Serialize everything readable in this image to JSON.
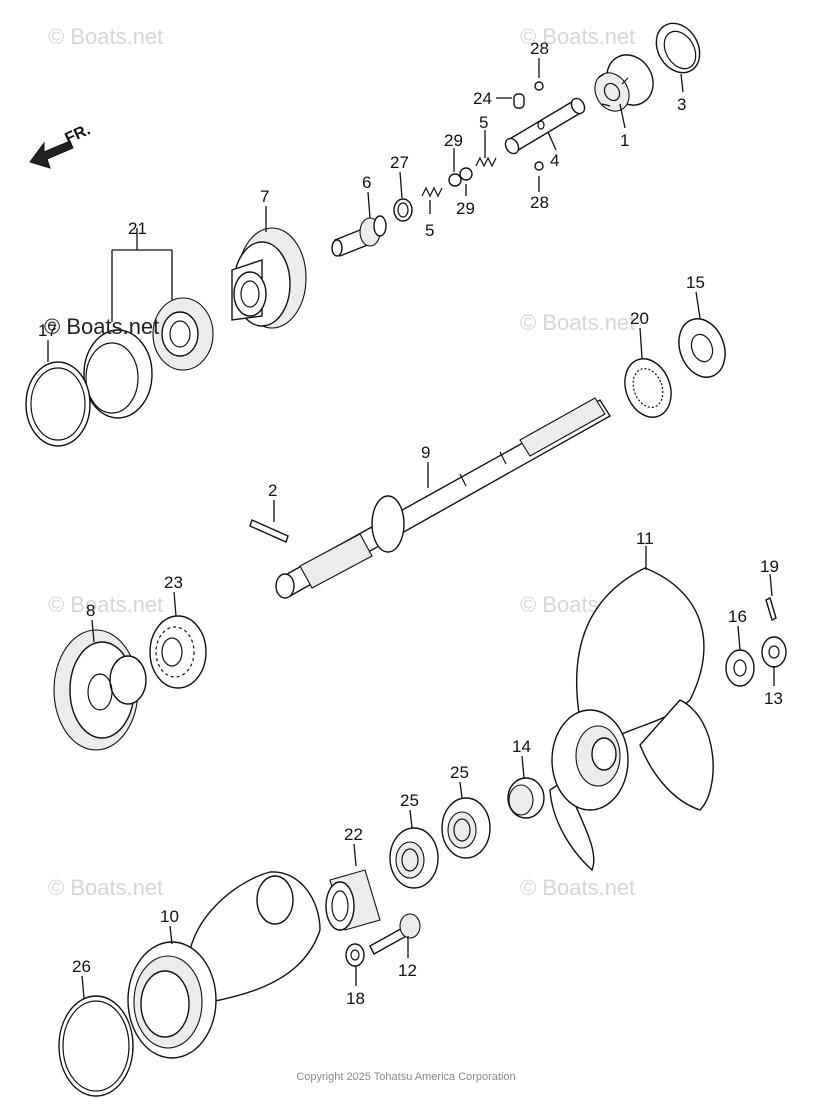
{
  "direction_label": "FR.",
  "watermark": "© Boats.net",
  "copyright": "Copyright 2025 Tohatsu America Corporation",
  "part_numbers": {
    "p1": "1",
    "p2": "2",
    "p3": "3",
    "p4": "4",
    "p5a": "5",
    "p5b": "5",
    "p6": "6",
    "p7": "7",
    "p8": "8",
    "p9": "9",
    "p10": "10",
    "p11": "11",
    "p12": "12",
    "p13": "13",
    "p14": "14",
    "p15": "15",
    "p16": "16",
    "p17": "17",
    "p18": "18",
    "p19": "19",
    "p20": "20",
    "p21": "21",
    "p22": "22",
    "p23": "23",
    "p24": "24",
    "p25a": "25",
    "p25b": "25",
    "p26": "26",
    "p27": "27",
    "p28a": "28",
    "p28b": "28",
    "p29a": "29",
    "p29b": "29"
  }
}
